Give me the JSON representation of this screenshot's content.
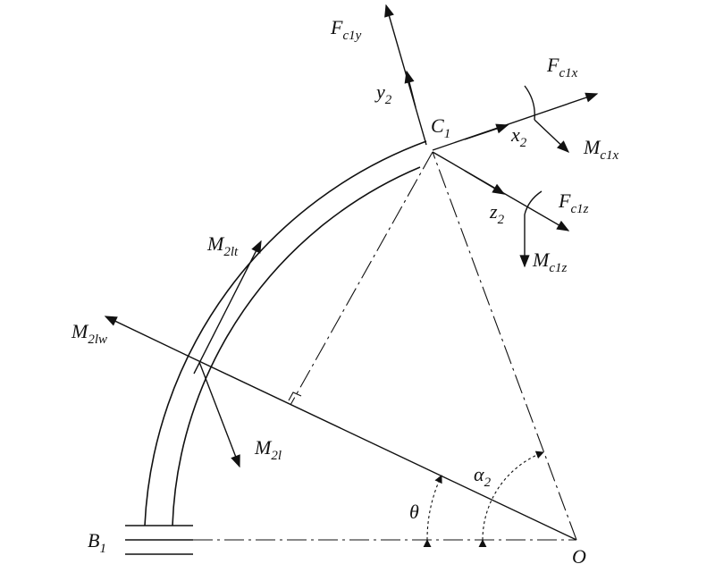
{
  "labels": {
    "Fc1y": {
      "main": "F",
      "sub": "c1y"
    },
    "y2": {
      "main": "y",
      "sub": "2"
    },
    "C1": {
      "main": "C",
      "sub": "1"
    },
    "Fc1x": {
      "main": "F",
      "sub": "c1x"
    },
    "x2": {
      "main": "x",
      "sub": "2"
    },
    "Mc1x": {
      "main": "M",
      "sub": "c1x"
    },
    "z2": {
      "main": "z",
      "sub": "2"
    },
    "Fc1z": {
      "main": "F",
      "sub": "c1z"
    },
    "Mc1z": {
      "main": "M",
      "sub": "c1z"
    },
    "M2lt": {
      "main": "M",
      "sub": "2lt"
    },
    "M2lw": {
      "main": "M",
      "sub": "2lw"
    },
    "M2l": {
      "main": "M",
      "sub": "2l"
    },
    "alpha2": {
      "main": "α",
      "sub": "2"
    },
    "theta": {
      "main": "θ",
      "sub": ""
    },
    "B1": {
      "main": "B",
      "sub": "1"
    },
    "O": {
      "main": "O",
      "sub": ""
    }
  }
}
